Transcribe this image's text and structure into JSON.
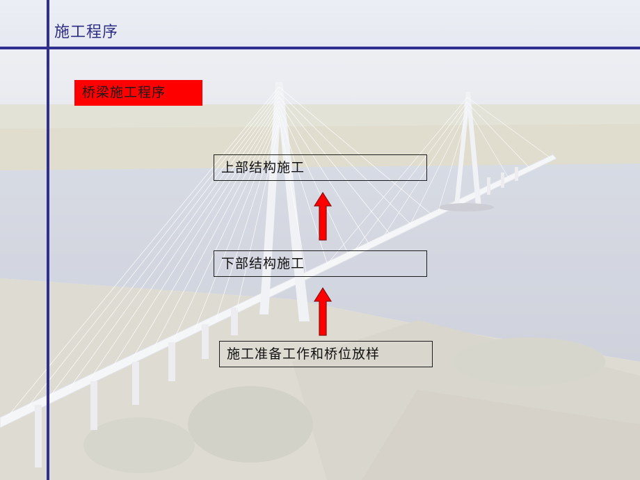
{
  "slide": {
    "title": "施工程序",
    "section_label": "桥梁施工程序",
    "steps": [
      {
        "label": "上部结构施工"
      },
      {
        "label": "下部结构施工"
      },
      {
        "label": "施工准备工作和桥位放样"
      }
    ]
  },
  "colors": {
    "accent": "#2f2f8f",
    "label_bg": "#ff0000",
    "arrow_fill": "#ff0000"
  },
  "icons": {
    "flow_arrow": "up-arrow-icon",
    "background": "cable-stayed-bridge-photo"
  }
}
